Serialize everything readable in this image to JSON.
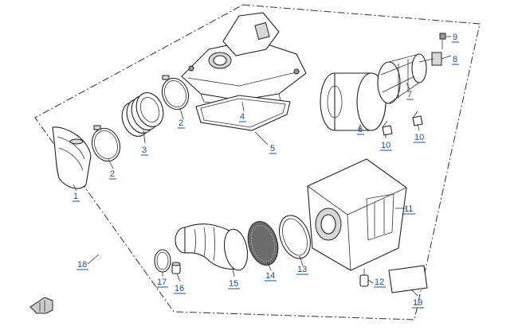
{
  "parts": [
    {
      "id": "p1",
      "label": "1"
    },
    {
      "id": "p2a",
      "label": "2"
    },
    {
      "id": "p2b",
      "label": "2"
    },
    {
      "id": "p3",
      "label": "3"
    },
    {
      "id": "p4",
      "label": "4"
    },
    {
      "id": "p5",
      "label": "5"
    },
    {
      "id": "p6",
      "label": "6"
    },
    {
      "id": "p7",
      "label": "7"
    },
    {
      "id": "p8",
      "label": "8"
    },
    {
      "id": "p9",
      "label": "9"
    },
    {
      "id": "p10a",
      "label": "10"
    },
    {
      "id": "p10b",
      "label": "10"
    },
    {
      "id": "p11",
      "label": "11"
    },
    {
      "id": "p12",
      "label": "12"
    },
    {
      "id": "p13",
      "label": "13"
    },
    {
      "id": "p14",
      "label": "14"
    },
    {
      "id": "p15",
      "label": "15"
    },
    {
      "id": "p16",
      "label": "16"
    },
    {
      "id": "p17",
      "label": "17"
    },
    {
      "id": "p18",
      "label": "18"
    },
    {
      "id": "p19",
      "label": "19"
    }
  ],
  "colors": {
    "label": "#1c4f8f",
    "line": "#222222"
  },
  "icons": {
    "orientation": "arrow-icon"
  }
}
